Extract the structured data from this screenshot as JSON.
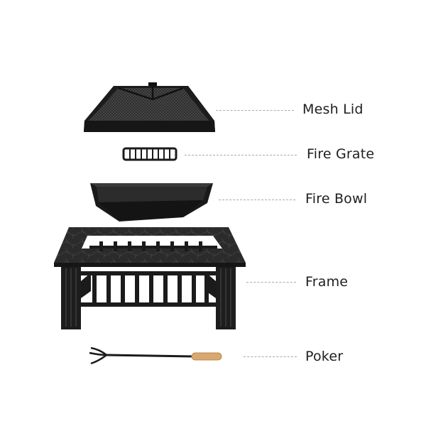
{
  "labels": {
    "mesh_lid": "Mesh Lid",
    "fire_grate": "Fire Grate",
    "fire_bowl": "Fire Bowl",
    "frame": "Frame",
    "poker": "Poker"
  },
  "colors": {
    "metal": "#1f1f1f",
    "metal_dark": "#111111",
    "metal_light": "#3a3a3a",
    "wood": "#d9a870",
    "leader": "#a9a9a9",
    "text": "#1e1e1e"
  }
}
